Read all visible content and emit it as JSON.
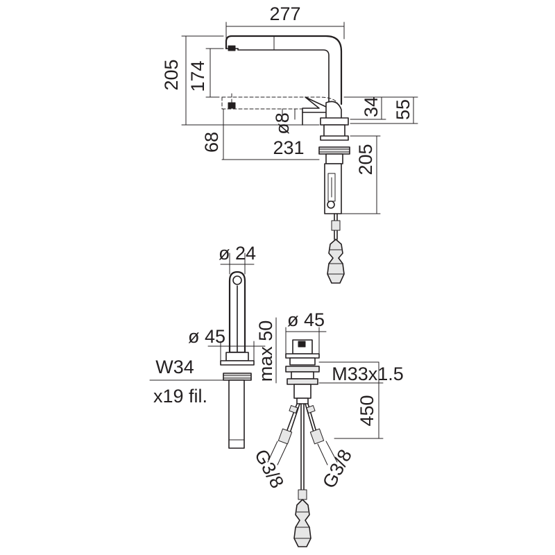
{
  "dimensions": {
    "top_width": "277",
    "height_total": "205",
    "height_spout": "174",
    "lower_offset": "68",
    "pipe_dia": "ø8",
    "reach": "231",
    "hose_length": "205",
    "right_34": "34",
    "right_55": "55",
    "spout_dia": "ø 24",
    "base_dia_left": "ø 45",
    "thread_w": "W34",
    "thread_fil": "x19 fil.",
    "base_dia_right": "ø 45",
    "max_thickness": "max 50",
    "shank_thread": "M33x1.5",
    "hose_450": "450",
    "conn_left": "G3/8",
    "conn_right": "G3/8"
  },
  "colors": {
    "line": "#231f20",
    "background": "#ffffff"
  }
}
